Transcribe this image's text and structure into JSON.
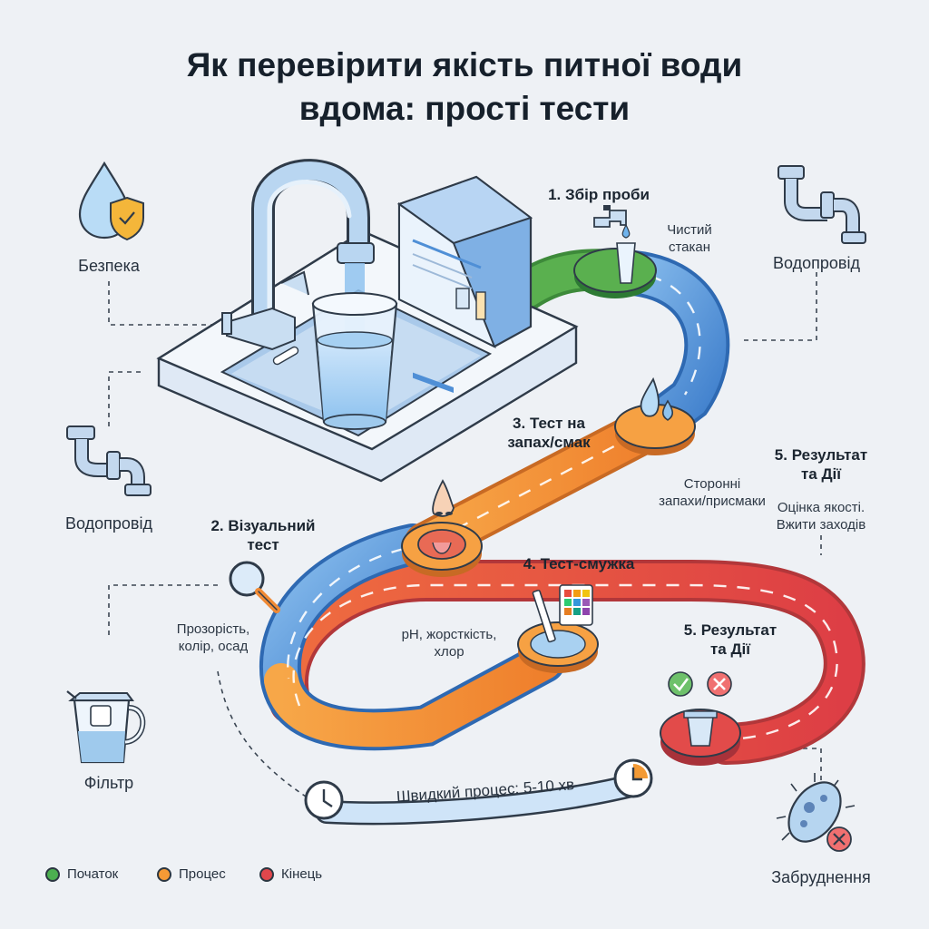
{
  "title": {
    "line1": "Як перевірити якість питної води",
    "line2": "вдома: прості тести"
  },
  "side_icons": {
    "safety": "Безпека",
    "pipe_top": "Водопровід",
    "pipe_left": "Водопровід",
    "filter": "Фільтр",
    "contamination": "Забруднення"
  },
  "steps": {
    "s1": {
      "title": "1. Збір проби",
      "desc_line1": "Чистий",
      "desc_line2": "стакан"
    },
    "s2": {
      "title_line1": "2. Візуальний",
      "title_line2": "тест",
      "desc_line1": "Прозорість,",
      "desc_line2": "колір, осад"
    },
    "s3": {
      "title_line1": "3. Тест на",
      "title_line2": "запах/смак",
      "desc_line1": "Сторонні",
      "desc_line2": "запахи/присмаки"
    },
    "s4": {
      "title": "4. Тест-смужка",
      "desc_line1": "pH, жорсткість,",
      "desc_line2": "хлор"
    },
    "s5a": {
      "title_line1": "5. Результат",
      "title_line2": "та Дії",
      "desc_line1": "Оцінка якості.",
      "desc_line2": "Вжити заходів"
    },
    "s5b": {
      "title_line1": "5. Результат",
      "title_line2": "та Дії"
    }
  },
  "timeline": {
    "label": "Швидкий процес: 5-10 хв"
  },
  "legend": {
    "start": {
      "label": "Початок",
      "color": "#4caf50"
    },
    "process": {
      "label": "Процес",
      "color": "#f59a35"
    },
    "end": {
      "label": "Кінець",
      "color": "#e0474c"
    }
  },
  "colors": {
    "road_blue": "#4f8fd6",
    "road_orange": "#f28a34",
    "road_red": "#e24b4a",
    "road_green": "#5ab04f"
  }
}
